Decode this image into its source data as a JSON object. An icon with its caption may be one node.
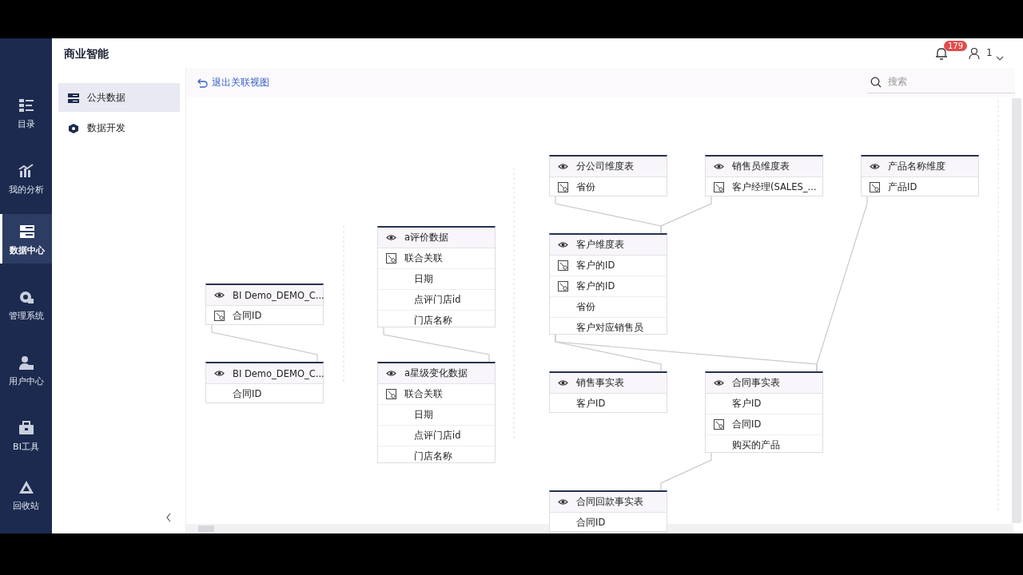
{
  "diagram": {
    "nodes": [
      {
        "text": [
          "BI Demo_DEMO_C...",
          "合同ID"
        ]
      },
      {
        "text": [
          "BI Demo_DEMO_C...",
          "合同ID"
        ]
      },
      {
        "text": [
          "a评价数据",
          "联合关联",
          "日期",
          "点评门店id",
          "门店名称"
        ]
      },
      {
        "text": [
          "a星级变化数据",
          "联合关联",
          "日期",
          "点评门店id",
          "门店名称"
        ]
      },
      {
        "text": [
          "分公司维度表",
          "省份"
        ]
      },
      {
        "text": [
          "销售员维度表",
          "客户经理(SALES_..."
        ]
      },
      {
        "text": [
          "产品名称维度",
          "产品ID"
        ]
      },
      {
        "text": [
          "客户维度表",
          "客户的ID",
          "客户的ID",
          "省份",
          "客户对应销售员"
        ]
      },
      {
        "text": [
          "销售事实表",
          "客户ID"
        ]
      },
      {
        "text": [
          "合同事实表",
          "客户ID",
          "合同ID",
          "购买的产品"
        ]
      },
      {
        "text": [
          "合同回款事实表",
          "合同ID"
        ]
      }
    ],
    "edges": [
      {
        "from": 0,
        "to": 1,
        "arrow": "none"
      },
      {
        "from": 2,
        "to": 3,
        "arrow": "none"
      },
      {
        "from": 4,
        "to": 7,
        "arrow": "none"
      },
      {
        "from": 5,
        "to": 7,
        "arrow": "none"
      },
      {
        "from": 7,
        "to": 8,
        "arrow": "none"
      },
      {
        "from": 7,
        "to": 9,
        "arrow": "none"
      },
      {
        "from": 6,
        "to": 9,
        "arrow": "none"
      },
      {
        "from": 9,
        "to": 10,
        "arrow": "none"
      }
    ],
    "labels": [
      "目录",
      "我的分析",
      "数据中心",
      "管理系统",
      "用户中心",
      "BI工具",
      "回收站",
      "商业智能",
      "179",
      "1",
      "公共数据",
      "数据开发",
      "退出关联视图",
      "搜索"
    ]
  }
}
